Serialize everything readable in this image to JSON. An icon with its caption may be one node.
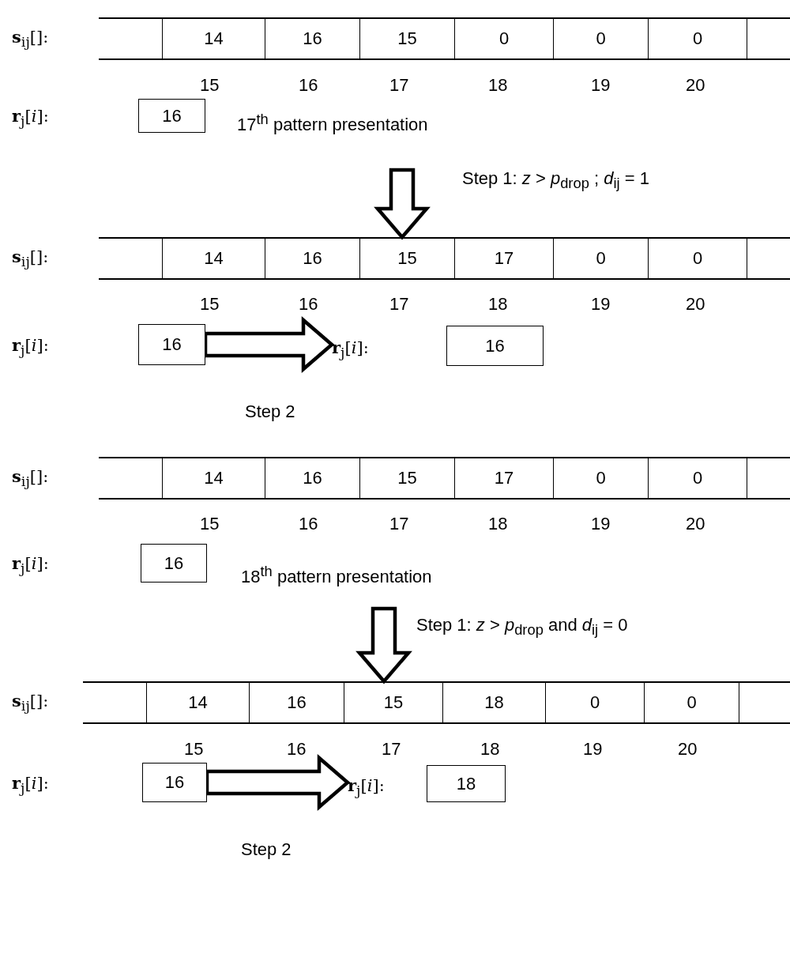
{
  "diagram": {
    "nodes": [
      {
        "text": [],
        "shape": "bar",
        "beside": [
          "**s**$_{ij}$[]:"
        ]
      },
      {
        "text": [
          "14"
        ],
        "in": 0
      },
      {
        "text": [
          "16"
        ],
        "in": 0
      },
      {
        "text": [
          "15"
        ],
        "in": 0
      },
      {
        "text": [
          "0"
        ],
        "in": 0
      },
      {
        "text": [
          "0"
        ],
        "in": 0
      },
      {
        "text": [
          "0"
        ],
        "in": 0
      },
      {
        "text": [
          "16"
        ]
      },
      {
        "text": [],
        "shape": "bar",
        "beside": [
          "**s**$_{ij}$[]:"
        ]
      },
      {
        "text": [
          "14"
        ],
        "in": 8
      },
      {
        "text": [
          "16"
        ],
        "in": 8
      },
      {
        "text": [
          "15"
        ],
        "in": 8
      },
      {
        "text": [
          "17"
        ],
        "in": 8
      },
      {
        "text": [
          "0"
        ],
        "in": 8
      },
      {
        "text": [
          "0"
        ],
        "in": 8
      },
      {
        "text": [
          "16"
        ]
      },
      {
        "text": [
          "**r**$_{j}$[*i*]:"
        ]
      },
      {
        "text": [
          "16"
        ]
      },
      {
        "text": [],
        "shape": "bar",
        "beside": [
          "**s**$_{ij}$[]:"
        ]
      },
      {
        "text": [
          "14"
        ],
        "in": 18
      },
      {
        "text": [
          "16"
        ],
        "in": 18
      },
      {
        "text": [
          "15"
        ],
        "in": 18
      },
      {
        "text": [
          "17"
        ],
        "in": 18
      },
      {
        "text": [
          "0"
        ],
        "in": 18
      },
      {
        "text": [
          "0"
        ],
        "in": 18
      },
      {
        "text": [
          "16"
        ]
      },
      {
        "text": [],
        "shape": "bar",
        "beside": [
          "**s**$_{ij}$[]:"
        ]
      },
      {
        "text": [
          "14"
        ],
        "in": 26
      },
      {
        "text": [
          "16"
        ],
        "in": 26
      },
      {
        "text": [
          "15"
        ],
        "in": 26
      },
      {
        "text": [
          "18"
        ],
        "in": 26
      },
      {
        "text": [
          "0"
        ],
        "in": 26
      },
      {
        "text": [
          "0"
        ],
        "in": 26
      },
      {
        "text": [
          "16"
        ]
      },
      {
        "text": [
          "**r**$_{j}$[*i*]:"
        ]
      },
      {
        "text": [
          "18"
        ]
      }
    ],
    "edges": [
      {
        "from": null,
        "to": 8,
        "arrow": "to",
        "label": "Step 1: *z* > *p*$_{drop}$ ; *d*$_{ij}$ = 1"
      },
      {
        "from": 15,
        "to": 16,
        "arrow": "to",
        "label": "Step 2"
      },
      {
        "from": null,
        "to": 26,
        "arrow": "to",
        "label": "Step 1: *z* > *p*$_{drop}$ and *d*$_{ij}$ = 0"
      },
      {
        "from": 33,
        "to": 34,
        "arrow": "to",
        "label": "Step 2"
      }
    ],
    "labels": [
      "15",
      "16",
      "17",
      "18",
      "19",
      "20",
      "**r**$_{j}$[*i*]:",
      "17$^{th}$ pattern presentation",
      "15",
      "16",
      "17",
      "18",
      "19",
      "20",
      "**r**$_{j}$[*i*]:",
      "15",
      "16",
      "17",
      "18",
      "19",
      "20",
      "**r**$_{j}$[*i*]:",
      "18$^{th}$ pattern presentation",
      "15",
      "16",
      "17",
      "18",
      "19",
      "20",
      "**r**$_{j}$[*i*]:"
    ]
  }
}
